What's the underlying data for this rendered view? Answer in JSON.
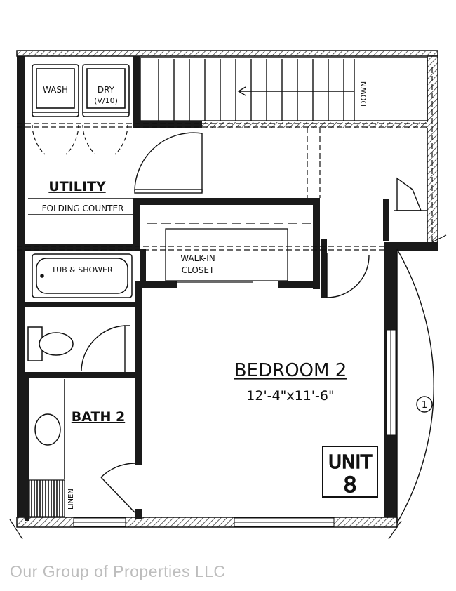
{
  "rooms": {
    "wash": "WASH",
    "dry": "DRY",
    "dry_note": "(V/10)",
    "down": "DOWN",
    "utility": "UTILITY",
    "folding_counter": "FOLDING COUNTER",
    "tub_shower": "TUB & SHOWER",
    "walk_in_1": "WALK-IN",
    "walk_in_2": "CLOSET",
    "bedroom": "BEDROOM 2",
    "bedroom_dims": "12'-4\"x11'-6\"",
    "bath": "BATH 2",
    "linen": "LINEN",
    "unit_label": "UNIT",
    "unit_number": "8",
    "marker": "1"
  },
  "watermark": "Our Group of Properties LLC"
}
